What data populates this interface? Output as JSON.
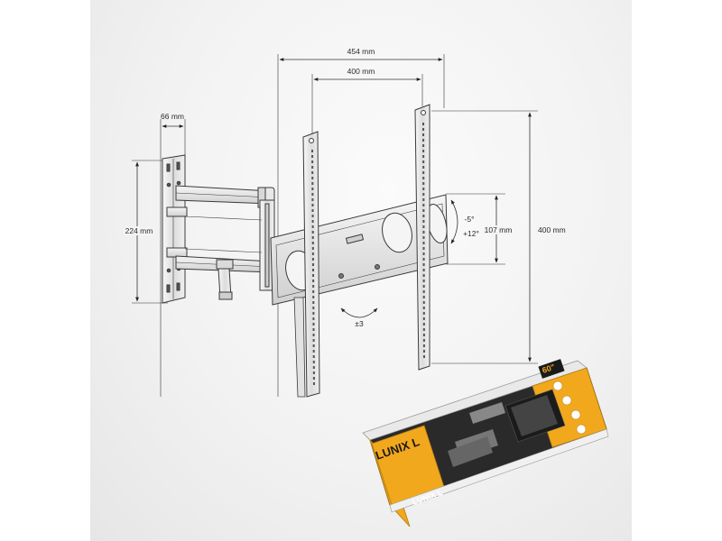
{
  "dimensions": {
    "overall_width": "454 mm",
    "vesa_width": "400 mm",
    "wall_depth": "66 mm",
    "wall_plate_height": "224 mm",
    "vesa_height": "400 mm",
    "plate_height": "107 mm",
    "tilt_up": "-5°",
    "tilt_down": "+12°",
    "swivel": "±3"
  },
  "product_box": {
    "brand": "LUNIX L",
    "size_badge": "60\""
  },
  "colors": {
    "metal": "#e4e4e4",
    "metal_edge": "#3a3a3a",
    "box_orange": "#f2a81d",
    "box_dark": "#2a2a2a"
  }
}
